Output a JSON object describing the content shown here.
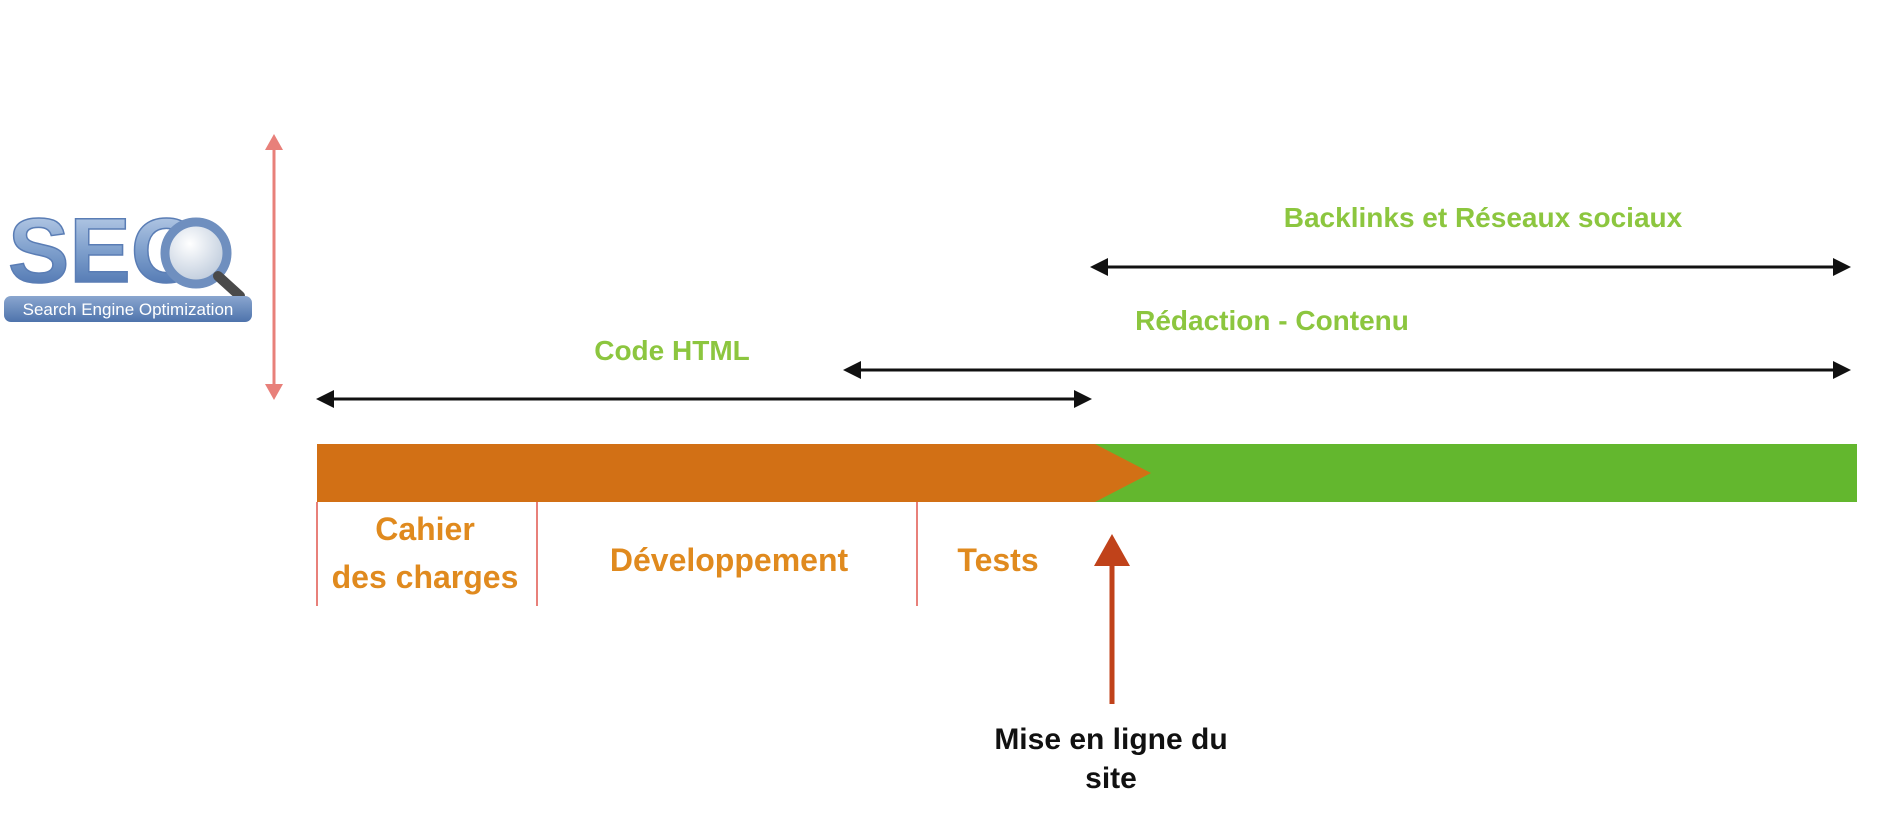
{
  "logo": {
    "letters": "SEO",
    "subtitle": "Search Engine Optimization"
  },
  "timeline": {
    "backlinks_label": "Backlinks et Réseaux sociaux",
    "redaction_label": "Rédaction - Contenu",
    "code_label": "Code HTML",
    "phases": {
      "cahier_line1": "Cahier",
      "cahier_line2": "des charges",
      "developpement": "Développement",
      "tests": "Tests"
    },
    "launch_line1": "Mise en ligne du",
    "launch_line2": "site"
  },
  "colors": {
    "orange_bar": "#d27015",
    "green_bar": "#63b72e",
    "green_text": "#8cc63f",
    "orange_text": "#e08a1e",
    "launch_arrow": "#c0421a",
    "divider": "#e8807a"
  }
}
